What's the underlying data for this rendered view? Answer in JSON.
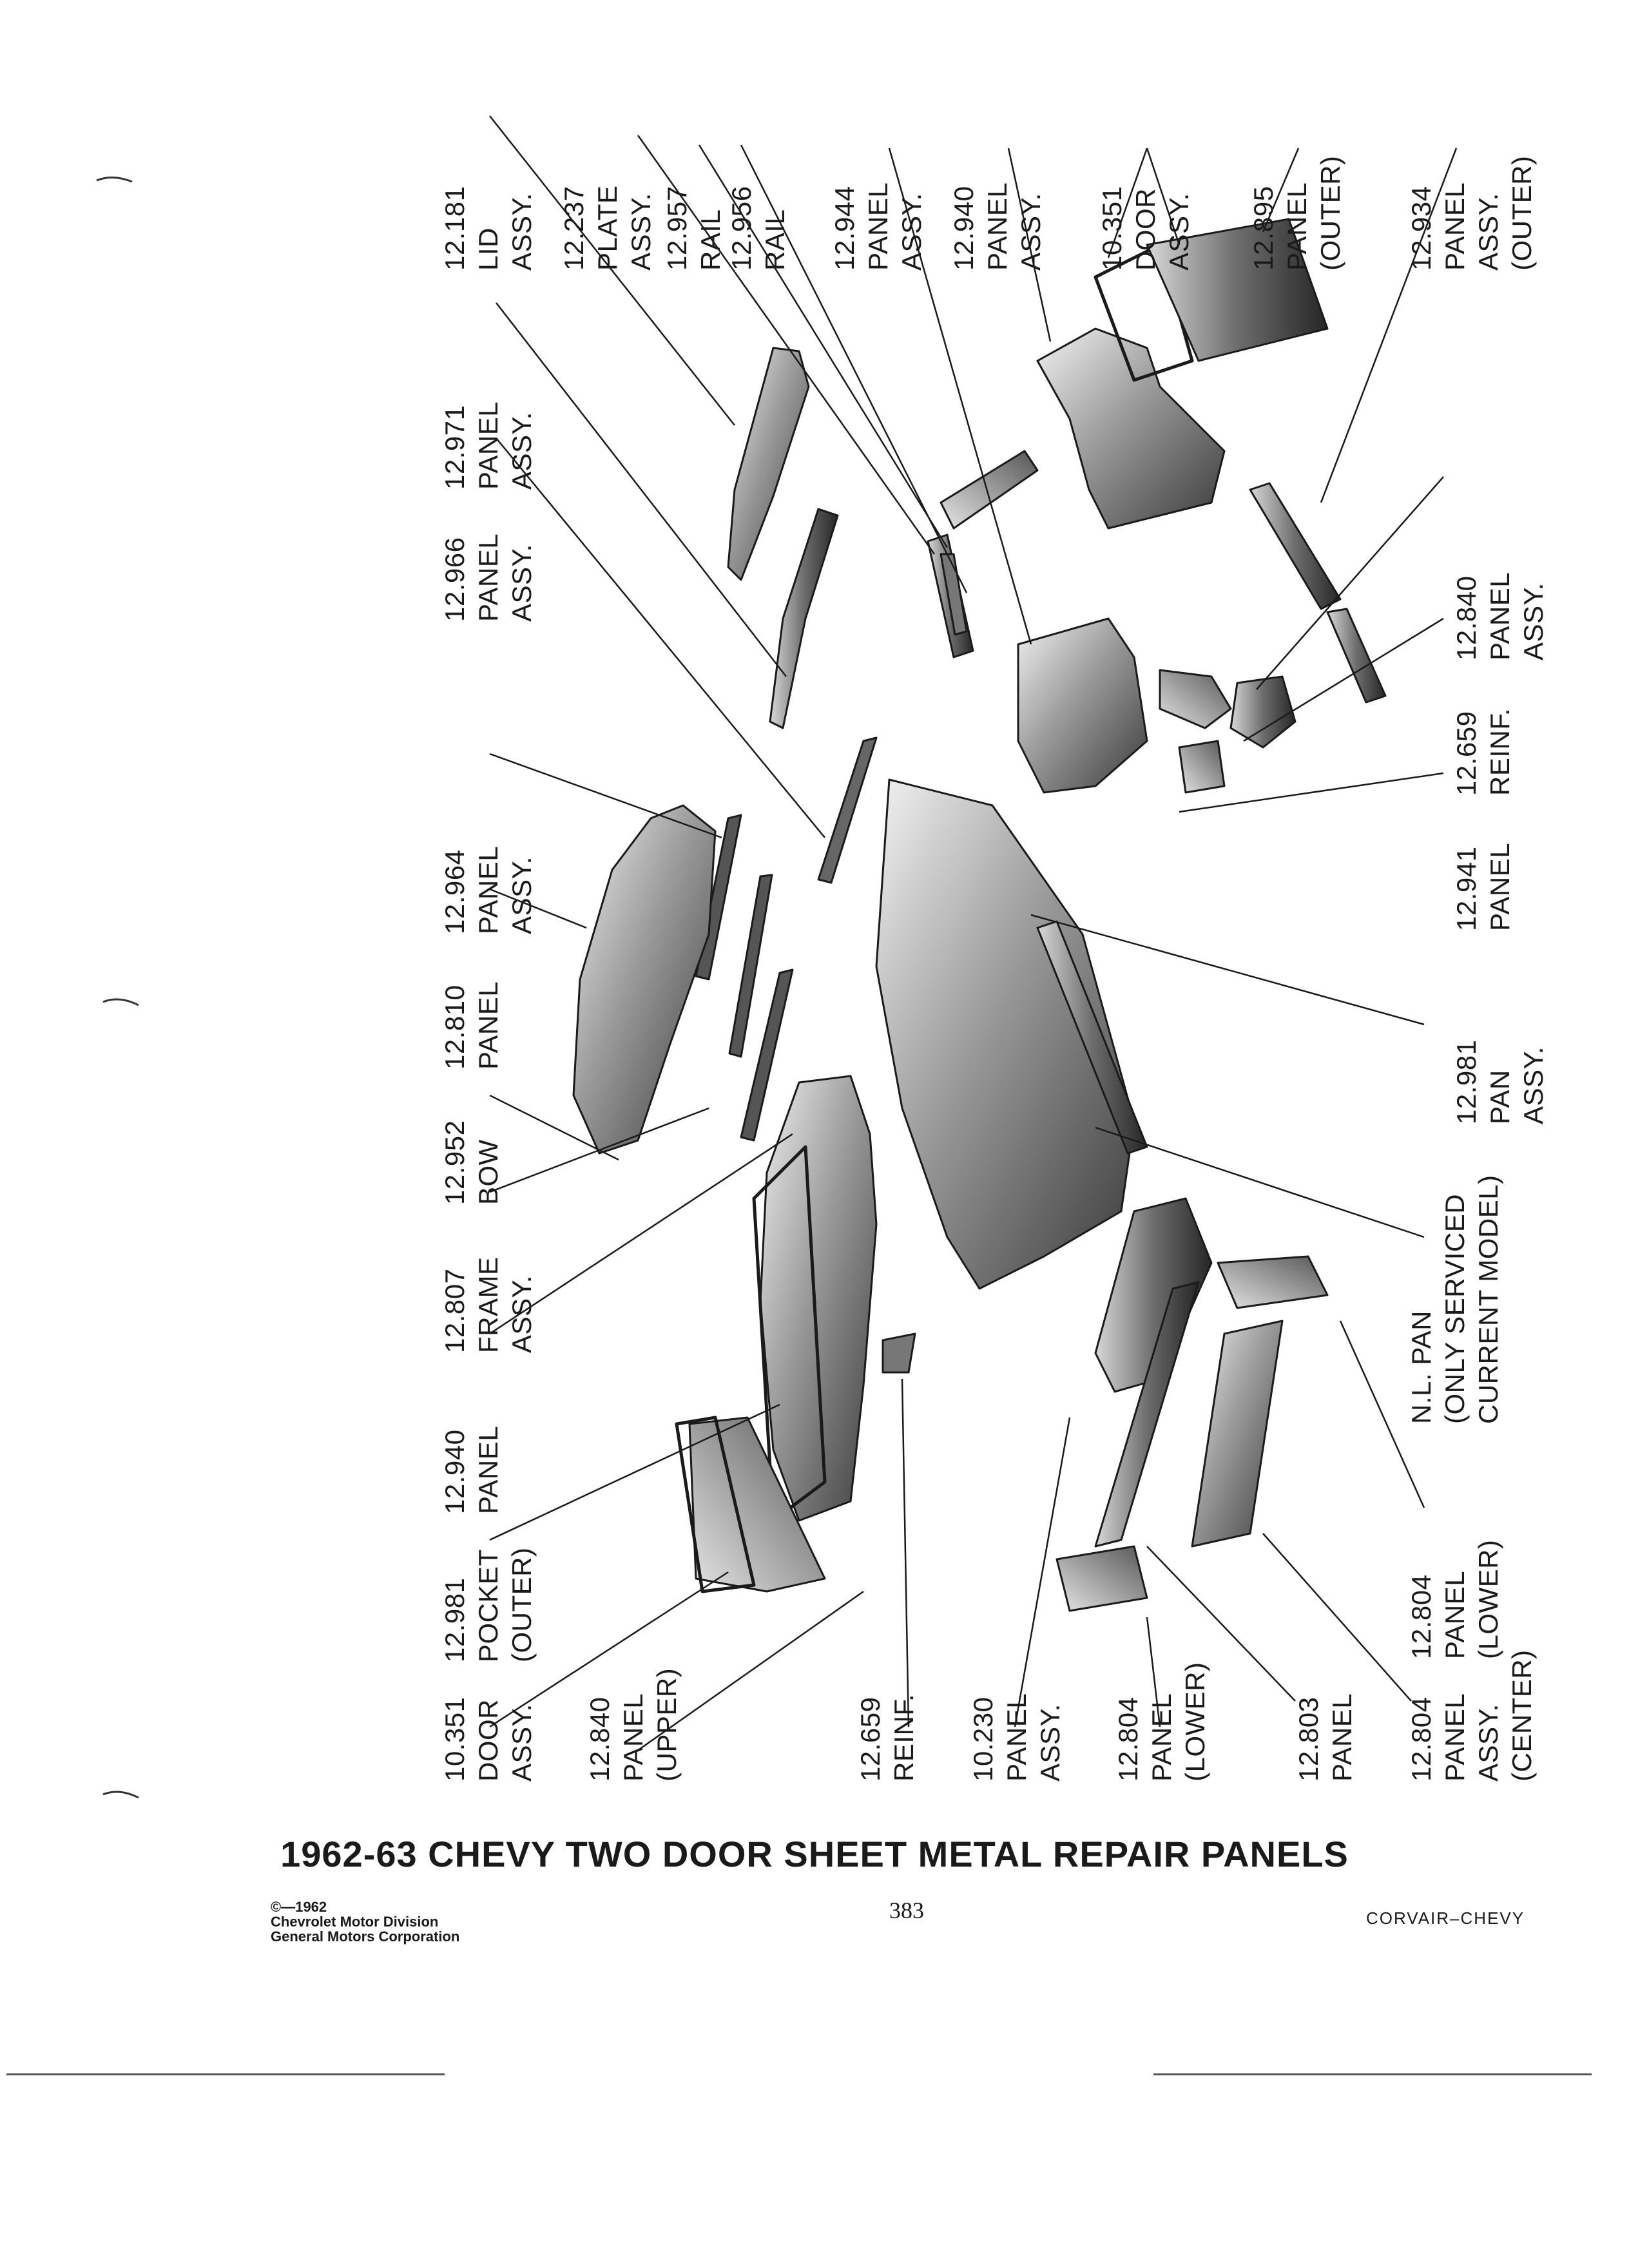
{
  "page": {
    "title": "1962-63 CHEVY TWO DOOR SHEET METAL REPAIR PANELS",
    "copyright_lines": [
      "©—1962",
      "Chevrolet Motor Division",
      "General Motors Corporation"
    ],
    "page_number": "383",
    "section_label": "CORVAIR–CHEVY"
  },
  "callouts": [
    {
      "id": "lid-assy",
      "lines": [
        "12.181",
        "LID",
        "ASSY."
      ]
    },
    {
      "id": "plate-assy",
      "lines": [
        "12.237",
        "PLATE",
        "ASSY."
      ]
    },
    {
      "id": "rail-957",
      "lines": [
        "12.957",
        "RAIL"
      ]
    },
    {
      "id": "rail-956",
      "lines": [
        "12.956",
        "RAIL"
      ]
    },
    {
      "id": "panel-assy-944",
      "lines": [
        "12.944",
        "PANEL",
        "ASSY."
      ]
    },
    {
      "id": "panel-assy-940-top",
      "lines": [
        "12.940",
        "PANEL",
        "ASSY."
      ]
    },
    {
      "id": "door-assy-top",
      "lines": [
        "10.351",
        "DOOR",
        "ASSY."
      ]
    },
    {
      "id": "panel-outer-895",
      "lines": [
        "12.895",
        "PANEL",
        "(OUTER)"
      ]
    },
    {
      "id": "panel-assy-outer-934",
      "lines": [
        "12.934",
        "PANEL",
        "ASSY.",
        "(OUTER)"
      ]
    },
    {
      "id": "panel-assy-971",
      "lines": [
        "12.971",
        "PANEL",
        "ASSY."
      ]
    },
    {
      "id": "panel-assy-966",
      "lines": [
        "12.966",
        "PANEL",
        "ASSY."
      ]
    },
    {
      "id": "panel-assy-840",
      "lines": [
        "12.840",
        "PANEL",
        "ASSY."
      ]
    },
    {
      "id": "reinf-659-top",
      "lines": [
        "12.659",
        "REINF."
      ]
    },
    {
      "id": "panel-941",
      "lines": [
        "12.941",
        "PANEL"
      ]
    },
    {
      "id": "panel-assy-964",
      "lines": [
        "12.964",
        "PANEL",
        "ASSY."
      ]
    },
    {
      "id": "panel-810",
      "lines": [
        "12.810",
        "PANEL"
      ]
    },
    {
      "id": "bow-952",
      "lines": [
        "12.952",
        "BOW"
      ]
    },
    {
      "id": "frame-assy-807",
      "lines": [
        "12.807",
        "FRAME",
        "ASSY."
      ]
    },
    {
      "id": "panel-940-left",
      "lines": [
        "12.940",
        "PANEL"
      ]
    },
    {
      "id": "pocket-outer-981",
      "lines": [
        "12.981",
        "POCKET",
        "(OUTER)"
      ]
    },
    {
      "id": "pan-assy-981",
      "lines": [
        "12.981",
        "PAN",
        "ASSY."
      ]
    },
    {
      "id": "nl-pan",
      "lines": [
        "N.L. PAN",
        "(ONLY SERVICED",
        "CURRENT MODEL)"
      ]
    },
    {
      "id": "panel-lower-804-right",
      "lines": [
        "12.804",
        "PANEL",
        "(LOWER)"
      ]
    },
    {
      "id": "door-assy-bottom",
      "lines": [
        "10.351",
        "DOOR",
        "ASSY."
      ]
    },
    {
      "id": "panel-upper-840",
      "lines": [
        "12.840",
        "PANEL",
        "(UPPER)"
      ]
    },
    {
      "id": "reinf-659-bottom",
      "lines": [
        "12.659",
        "REINF."
      ]
    },
    {
      "id": "panel-assy-230",
      "lines": [
        "10.230",
        "PANEL",
        "ASSY."
      ]
    },
    {
      "id": "panel-lower-804-bottom",
      "lines": [
        "12.804",
        "PANEL",
        "(LOWER)"
      ]
    },
    {
      "id": "panel-803",
      "lines": [
        "12.803",
        "PANEL"
      ]
    },
    {
      "id": "panel-assy-center-804",
      "lines": [
        "12.804",
        "PANEL",
        "ASSY.",
        "(CENTER)"
      ]
    }
  ]
}
